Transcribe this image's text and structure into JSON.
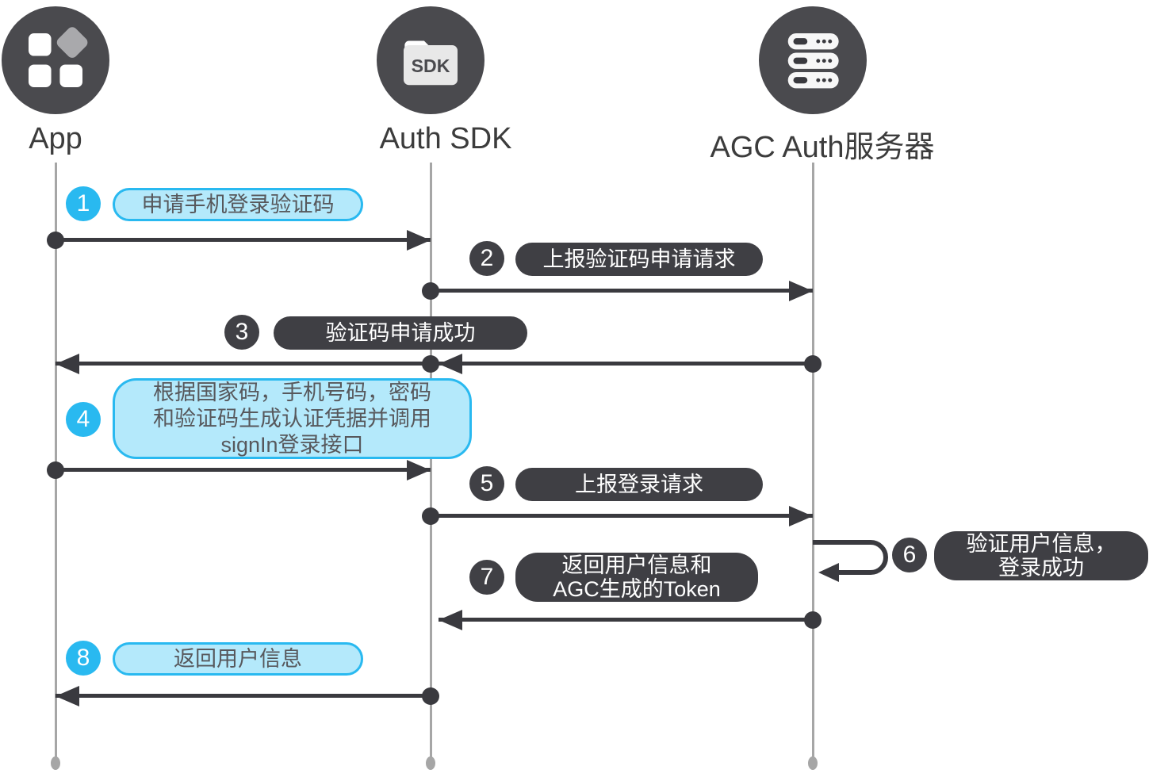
{
  "colors": {
    "accent_blue": "#29b9f0",
    "cyan_bubble_fill": "#b4e9fb",
    "dark_bubble": "#3f3f44",
    "arrow": "#3a3a3f",
    "lifeline": "#a6a6a6"
  },
  "actors": [
    {
      "name": "App",
      "icon": "app-grid-icon"
    },
    {
      "name": "Auth SDK",
      "icon": "sdk-folder-icon",
      "icon_text": "SDK"
    },
    {
      "name": "AGC Auth服务器",
      "icon": "server-icon"
    }
  ],
  "steps": [
    {
      "number": "1",
      "style": "blue",
      "from": "App",
      "to": "Auth SDK",
      "lines": [
        "申请手机登录验证码"
      ]
    },
    {
      "number": "2",
      "style": "dark",
      "from": "Auth SDK",
      "to": "AGC Auth服务器",
      "lines": [
        "上报验证码申请请求"
      ]
    },
    {
      "number": "3",
      "style": "dark",
      "from": "AGC Auth服务器",
      "to": "App",
      "lines": [
        "验证码申请成功"
      ]
    },
    {
      "number": "4",
      "style": "blue",
      "from": "App",
      "to": "Auth SDK",
      "lines": [
        "根据国家码，手机号码，密码",
        "和验证码生成认证凭据并调用",
        "signIn登录接口"
      ]
    },
    {
      "number": "5",
      "style": "dark",
      "from": "Auth SDK",
      "to": "AGC Auth服务器",
      "lines": [
        "上报登录请求"
      ]
    },
    {
      "number": "6",
      "style": "dark",
      "from": "AGC Auth服务器",
      "to": "AGC Auth服务器",
      "lines": [
        "验证用户信息，",
        "登录成功"
      ]
    },
    {
      "number": "7",
      "style": "dark",
      "from": "AGC Auth服务器",
      "to": "Auth SDK",
      "lines": [
        "返回用户信息和",
        "AGC生成的Token"
      ]
    },
    {
      "number": "8",
      "style": "blue",
      "from": "Auth SDK",
      "to": "App",
      "lines": [
        "返回用户信息"
      ]
    }
  ]
}
